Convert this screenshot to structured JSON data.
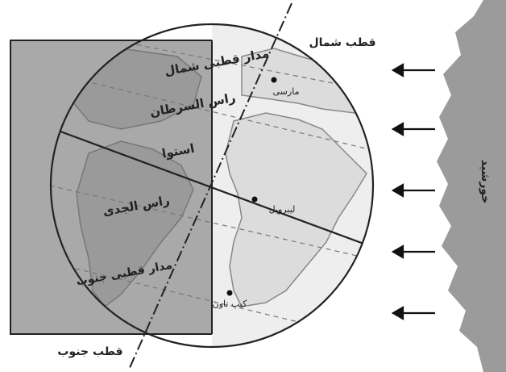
{
  "labels": {
    "north_pole": "قطب شمال",
    "south_pole": "قطب جنوب",
    "arctic_circle": "مدار قطبی شمال",
    "antarctic_circle": "مدار قطبی جنوب",
    "tropic_cancer": "راس السرطان",
    "tropic_capricorn": "راس الجدی",
    "equator": "استوا",
    "sun": "خورشید",
    "city_north": "مارسی",
    "city_middle": "لیبرویل",
    "city_south": "کیپ تاون"
  },
  "colors": {
    "night_side": "#a9a9a9",
    "day_side": "#eeeeee",
    "land_night": "#9a9a9a",
    "land_day": "#dcdcdc",
    "sun": "#9b9b9b",
    "lines": "#222222",
    "dashed": "#777777"
  },
  "icons": [
    "sun-ray-arrow-icon"
  ]
}
